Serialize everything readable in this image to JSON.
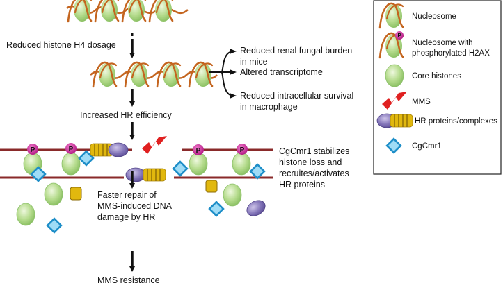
{
  "steps": {
    "reduced_h4": "Reduced histone H4 dosage",
    "increased_hr": "Increased HR efficiency",
    "faster_repair": [
      "Faster repair of",
      "MMS-induced DNA",
      "damage by HR"
    ],
    "mms_resistance": "MMS resistance"
  },
  "outcomes": [
    [
      "Reduced renal fungal burden",
      "in mice"
    ],
    [
      "Altered transcriptome"
    ],
    [
      "Reduced intracellular survival",
      "in macrophage"
    ]
  ],
  "cgcmr1_note": [
    "CgCmr1 stabilizes",
    "histone loss and",
    "recruites/activates",
    "HR proteins"
  ],
  "phospho_label": "P",
  "legend": {
    "items": [
      {
        "label": [
          "Nucleosome"
        ],
        "icon": "nucleosome-icon"
      },
      {
        "label": [
          "Nucleosome with",
          "phosphorylated H2AX"
        ],
        "icon": "phospho-nucleosome-icon"
      },
      {
        "label": [
          "Core histones"
        ],
        "icon": "core-histone-icon"
      },
      {
        "label": [
          "MMS"
        ],
        "icon": "lightning-bolt-icon"
      },
      {
        "label": [
          "HR proteins/complexes"
        ],
        "icon": "hr-protein-icon"
      },
      {
        "label": [
          "CgCmr1"
        ],
        "icon": "cgcmr1-diamond-icon"
      }
    ]
  },
  "colors": {
    "histone_green": "#b6dc8e",
    "dna_orange": "#c4651f",
    "dna_strand": "#8a2a2a",
    "phospho_magenta": "#c2188f",
    "cgcmr1_blue": "#2ea4dc",
    "hr_purple": "#7b6ab0",
    "hr_yellow": "#e1b80e",
    "mms_red": "#e02020"
  }
}
